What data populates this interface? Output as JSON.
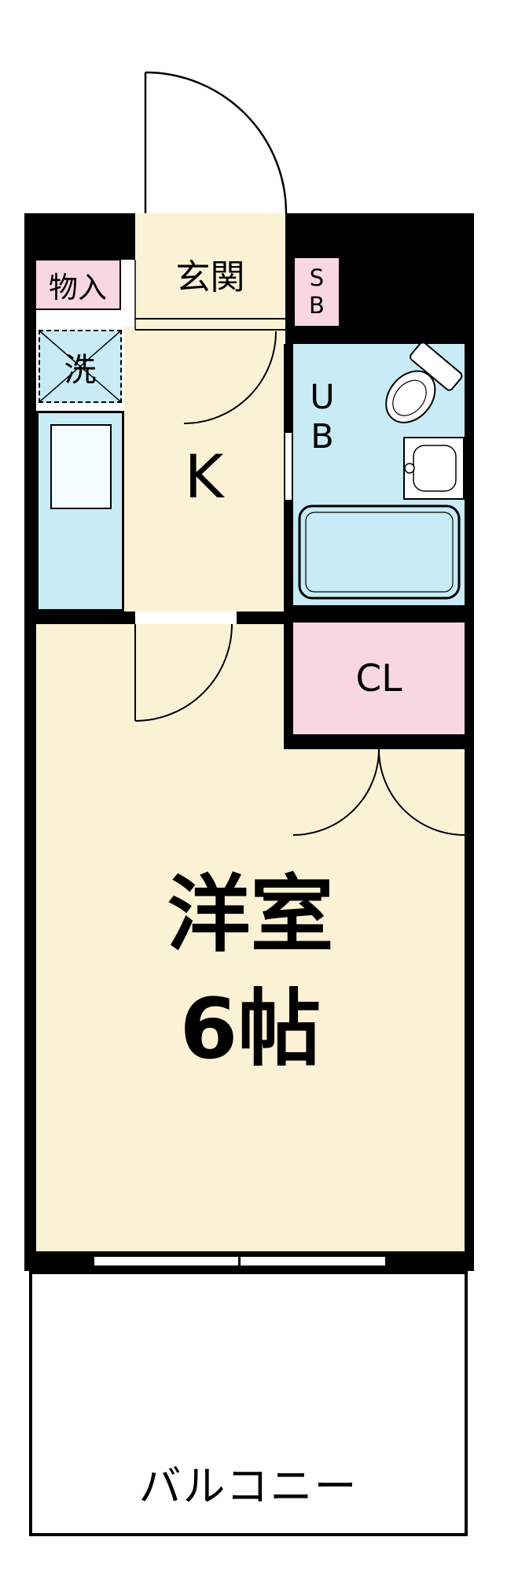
{
  "floor_plan": {
    "rooms": {
      "entrance": {
        "label": "玄関"
      },
      "storage": {
        "label": "物入"
      },
      "shoe_box": {
        "letters": [
          "S",
          "B"
        ]
      },
      "laundry": {
        "label": "洗"
      },
      "kitchen": {
        "label": "K"
      },
      "unit_bath": {
        "letters": [
          "U",
          "B"
        ]
      },
      "closet": {
        "label": "CL"
      },
      "main_room": {
        "label": "洋室",
        "size": "6帖"
      },
      "balcony": {
        "label": "バルコニー"
      }
    },
    "fixtures": {
      "toilet": "toilet",
      "washbasin": "washbasin",
      "bathtub": "bathtub",
      "washing_machine_space": "washing-machine-x-box",
      "kitchen_counter": "kitchen-counter-with-sink",
      "doors": [
        "entrance-swing-door",
        "kitchen-swing-door",
        "main-room-swing-door",
        "closet-double-doors"
      ],
      "window": "sliding-window"
    },
    "colors": {
      "wall": "#000000",
      "room_fill": "#fbf2d6",
      "wet_area_fill": "#c8ebf5",
      "storage_fill": "#f8d7e3",
      "background": "#ffffff"
    }
  }
}
